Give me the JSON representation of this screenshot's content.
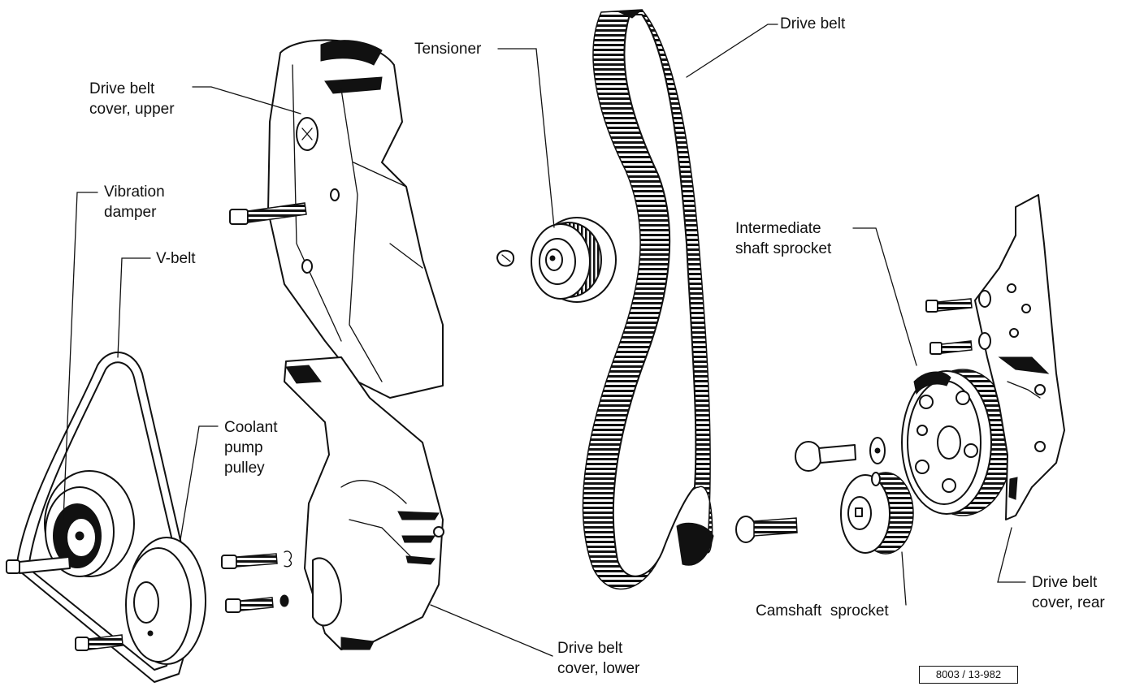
{
  "labels": {
    "drive_belt_cover_upper": [
      "Drive belt",
      "cover, upper"
    ],
    "tensioner": "Tensioner",
    "drive_belt": "Drive belt",
    "vibration_damper": [
      "Vibration",
      "damper"
    ],
    "v_belt": "V-belt",
    "intermediate_shaft_sprocket": [
      "Intermediate",
      "shaft sprocket"
    ],
    "coolant_pump_pulley": [
      "Coolant",
      "pump",
      "pulley"
    ],
    "camshaft_sprocket": "Camshaft  sprocket",
    "drive_belt_cover_rear": [
      "Drive belt",
      "cover, rear"
    ],
    "drive_belt_cover_lower": [
      "Drive belt",
      "cover, lower"
    ]
  },
  "reference_number": "8003 / 13-982",
  "colors": {
    "ink": "#111111",
    "background": "#ffffff"
  }
}
